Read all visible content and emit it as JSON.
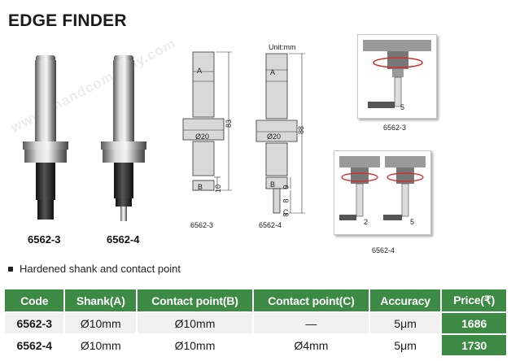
{
  "title": "EDGE FINDER",
  "watermark": "www.chandcompany.com",
  "photos": [
    {
      "label": "6562-3"
    },
    {
      "label": "6562-4"
    }
  ],
  "drawings": {
    "unit": "Unit:mm",
    "d1": {
      "label": "6562-3",
      "dim_a": "A",
      "dim_b": "B",
      "diameter": "Ø20",
      "height": "83",
      "b_len": "10"
    },
    "d2": {
      "label": "6562-4",
      "dim_a": "A",
      "dim_b": "B",
      "dim_c": "C",
      "diameter": "Ø20",
      "height": "88",
      "b_len": "9",
      "stem": "8",
      "c_len": "8"
    }
  },
  "panels": [
    {
      "label": "6562-3",
      "offset": "5"
    },
    {
      "label": "6562-4",
      "offset_left": "2",
      "offset_right": "5"
    }
  ],
  "feature": "Hardened shank and contact point",
  "table": {
    "headers": [
      "Code",
      "Shank(A)",
      "Contact point(B)",
      "Contact point(C)",
      "Accuracy",
      "Price(₹)"
    ],
    "rows": [
      [
        "6562-3",
        "Ø10mm",
        "Ø10mm",
        "—",
        "5μm",
        "1686"
      ],
      [
        "6562-4",
        "Ø10mm",
        "Ø10mm",
        "Ø4mm",
        "5μm",
        "1730"
      ]
    ]
  },
  "colors": {
    "header_green": "#3d8a45",
    "row_gray": "#f1f1f1",
    "rotation_arrow": "#d23030"
  }
}
